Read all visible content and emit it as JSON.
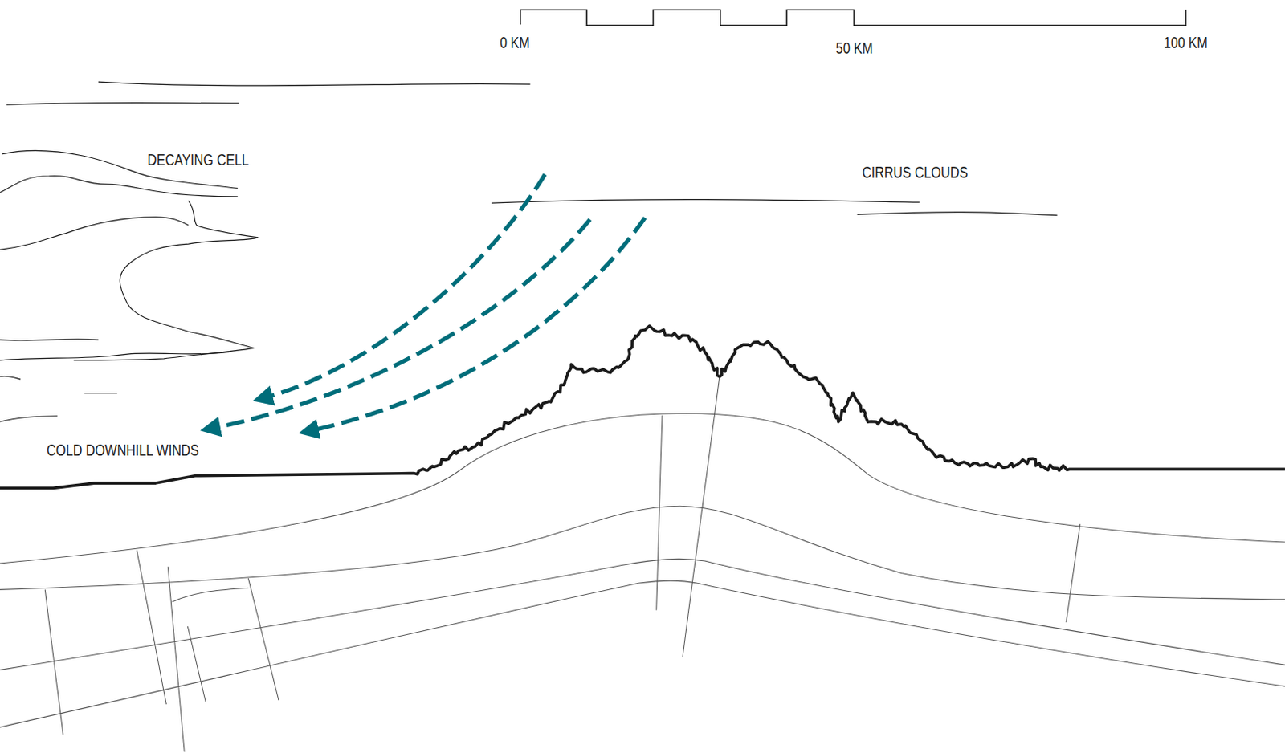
{
  "diagram": {
    "labels": [
      "0 KM",
      "50 KM",
      "100 KM",
      "DECAYING CELL",
      "CIRRUS CLOUDS",
      "COLD DOWNHILL WINDS"
    ]
  }
}
